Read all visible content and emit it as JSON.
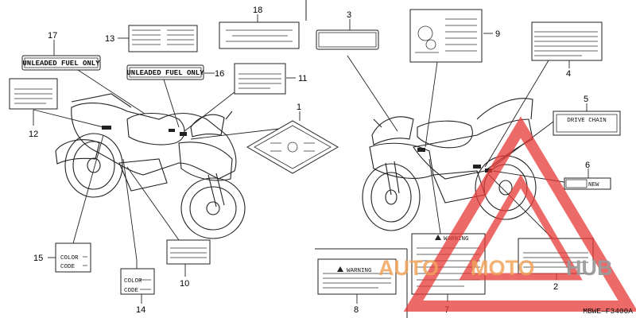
{
  "callouts": {
    "c1": "1",
    "c2": "2",
    "c3": "3",
    "c4": "4",
    "c5": "5",
    "c6": "6",
    "c7": "7",
    "c8": "8",
    "c9": "9",
    "c10": "10",
    "c11": "11",
    "c12": "12",
    "c13": "13",
    "c14": "14",
    "c15": "15",
    "c16": "16",
    "c17": "17",
    "c18": "18"
  },
  "labels": {
    "unleaded_17": "UNLEADED FUEL ONLY",
    "unleaded_16": "UNLEADED FUEL ONLY",
    "warning_8": "WARNING",
    "warning_7": "WARNING",
    "drive_chain": "DRIVE CHAIN",
    "new_tag": "NEW",
    "color_15": "COLOR",
    "code_15": "CODE",
    "color_14": "COLOR",
    "code_14": "CODE"
  },
  "diagram_code": "MBWE—F3400A",
  "watermark": {
    "auto": "AUTO",
    "moto": "MOTO",
    "hub": "HUB",
    "auto_color": "#f0a35a",
    "moto_color": "#f0a35a",
    "hub_color": "#9a9a9a",
    "triangle_color": "#e53935"
  }
}
